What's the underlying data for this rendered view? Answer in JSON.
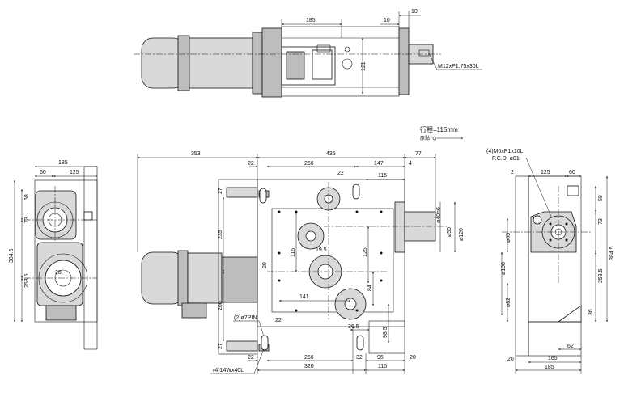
{
  "top_view": {
    "dim_185": "185",
    "dim_10a": "10",
    "dim_10b": "10",
    "dim_121": "121",
    "thread_note": "M12xP1.75x30L"
  },
  "stroke_note": {
    "label": "行程=115mm",
    "origin_label": "原點"
  },
  "left_view": {
    "dim_185": "185",
    "dim_60": "60",
    "dim_125": "125",
    "dim_58": "58",
    "dim_73": "73",
    "dim_28": "28",
    "dim_384_5": "384.5",
    "dim_253_5": "253.5"
  },
  "front_view": {
    "dim_353": "353",
    "dim_435": "435",
    "dim_77": "77",
    "dim_22_top": "22",
    "dim_266_top": "266",
    "dim_22_mid": "22",
    "dim_147": "147",
    "dim_4": "4",
    "dim_115_top": "115",
    "dim_27_top": "27",
    "dim_235": "235",
    "dim_20_left": "20",
    "dim_200": "200",
    "dim_27_bottom": "27",
    "dim_115_vert": "115",
    "dim_19_5": "19.5",
    "dim_125_vert": "125",
    "dim_141": "141",
    "dim_84": "84",
    "dim_36_5": "36.5",
    "dim_98_5": "98.5",
    "dim_phi40h6": "ø40h6",
    "dim_phi50": "ø50",
    "dim_phi120": "ø120",
    "pin_note": "(2)ø7PIN",
    "dim_22_pin": "22",
    "bolt_note": "(4)14Wx40L",
    "dim_22_bottom": "22",
    "dim_266_bottom": "266",
    "dim_32": "32",
    "dim_95": "95",
    "dim_20_bottom": "20",
    "dim_320": "320",
    "dim_115_bottom": "115"
  },
  "right_view": {
    "tap_note": "(4)M6xP1x10L",
    "pcd_note": "P.C.D. ø81",
    "dim_2": "2",
    "dim_125": "125",
    "dim_60": "60",
    "dim_58": "58",
    "dim_73": "73",
    "dim_384_5": "384.5",
    "dim_253_5": "253.5",
    "dim_phi65": "ø65",
    "dim_phi108": "ø108",
    "dim_phi82": "ø82",
    "dim_36": "36",
    "dim_62": "62",
    "dim_20": "20",
    "dim_165": "165",
    "dim_185": "185"
  }
}
